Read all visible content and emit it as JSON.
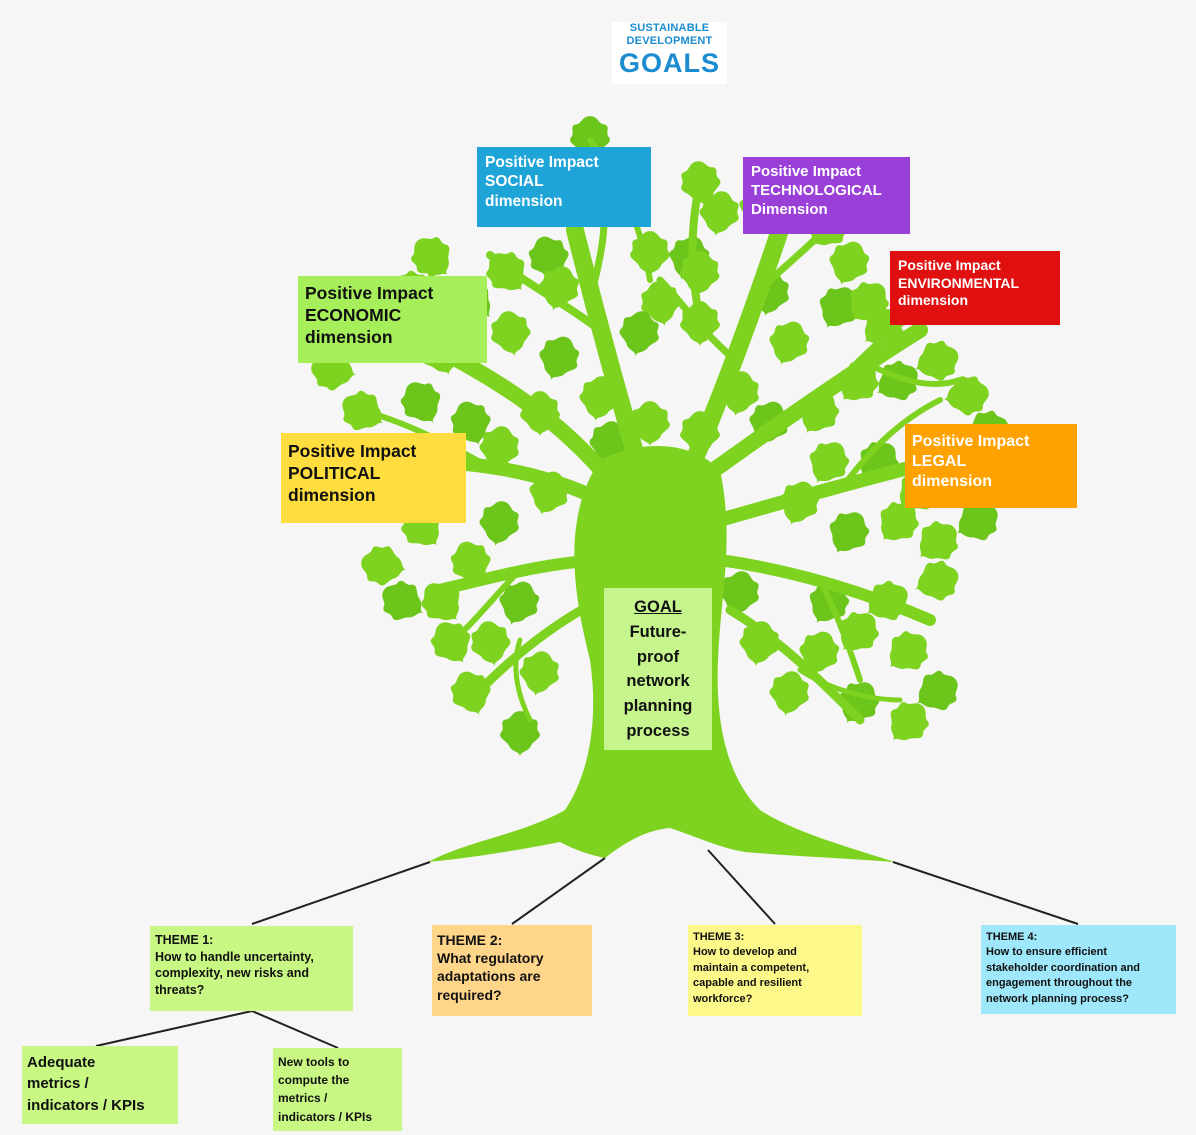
{
  "logo": {
    "line1": "SUSTAINABLE",
    "line2": "DEVELOPMENT",
    "line3": "GOALS"
  },
  "dimensions": {
    "social": {
      "lines": [
        "Positive Impact",
        "SOCIAL",
        "dimension"
      ],
      "color": "#1fa4d8"
    },
    "technological": {
      "lines": [
        "Positive Impact",
        "TECHNOLOGICAL",
        "Dimension"
      ],
      "color": "#9b3fd9"
    },
    "environmental": {
      "lines": [
        "Positive Impact",
        "ENVIRONMENTAL",
        "dimension"
      ],
      "color": "#e01010"
    },
    "economic": {
      "lines": [
        "Positive Impact",
        "ECONOMIC",
        "dimension"
      ],
      "color": "#a6ef5a"
    },
    "political": {
      "lines": [
        "Positive Impact",
        "POLITICAL",
        "dimension"
      ],
      "color": "#ffdd3f"
    },
    "legal": {
      "lines": [
        "Positive Impact",
        "LEGAL",
        "dimension"
      ],
      "color": "#ffa200"
    }
  },
  "goal": {
    "heading": "GOAL",
    "lines": [
      "Future-",
      "proof",
      "network",
      "planning",
      "process"
    ],
    "color": "#c6f58e"
  },
  "themes": {
    "theme1": {
      "title": "THEME 1:",
      "lines": [
        "How to handle uncertainty,",
        "complexity, new risks and",
        "threats?"
      ],
      "color": "#c9f784"
    },
    "theme2": {
      "title": "THEME 2:",
      "lines": [
        "What regulatory",
        "adaptations are",
        "required?"
      ],
      "color": "#ffd58a"
    },
    "theme3": {
      "title": "THEME 3:",
      "lines": [
        "How to develop and",
        "maintain a competent,",
        "capable and resilient",
        "workforce?"
      ],
      "color": "#fdf88a"
    },
    "theme4": {
      "title": "THEME 4:",
      "lines": [
        "How to ensure efficient",
        "stakeholder coordination and",
        "engagement throughout the",
        "network planning process?"
      ],
      "color": "#9fe7fb"
    }
  },
  "subthemes": {
    "metrics": {
      "lines": [
        "Adequate",
        "metrics /",
        "indicators / KPIs"
      ],
      "color": "#c9f784"
    },
    "tools": {
      "lines": [
        "New tools to",
        "compute the",
        "metrics /",
        "indicators / KPIs"
      ],
      "color": "#c9f784"
    }
  },
  "colors": {
    "tree": "#7ed321",
    "treeDark": "#6cc51a",
    "connector": "#222222"
  }
}
